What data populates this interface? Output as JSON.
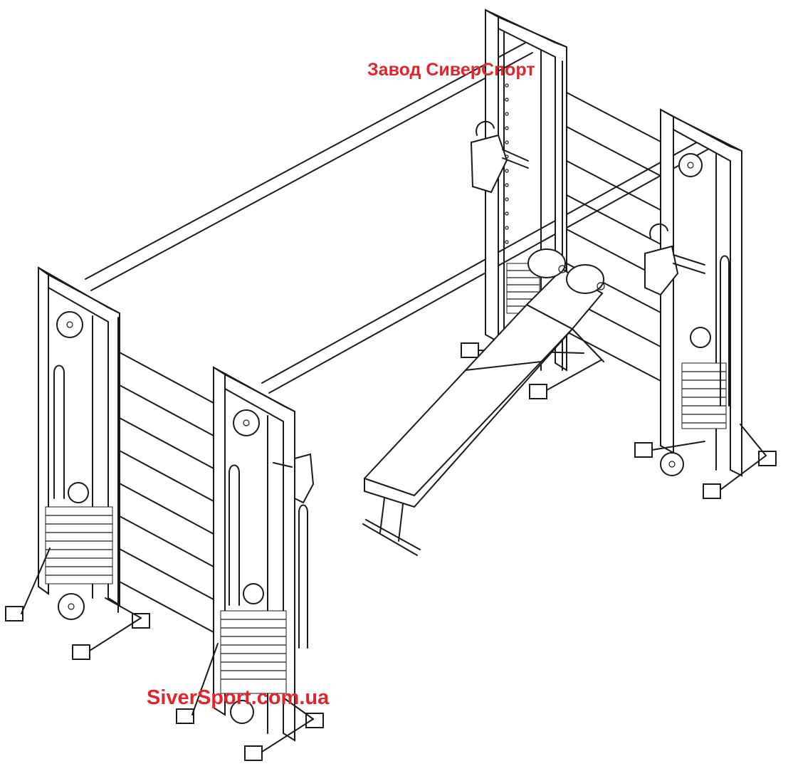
{
  "watermarks": {
    "top": "Завод СиверСпорт",
    "bottom": "SiverSport.com.ua",
    "color": "#e0262b"
  },
  "drawing": {
    "subject": "functional-trainer-frame-with-wall-bars-and-incline-bench",
    "line_color": "#1a1a1a",
    "background": "#ffffff"
  }
}
